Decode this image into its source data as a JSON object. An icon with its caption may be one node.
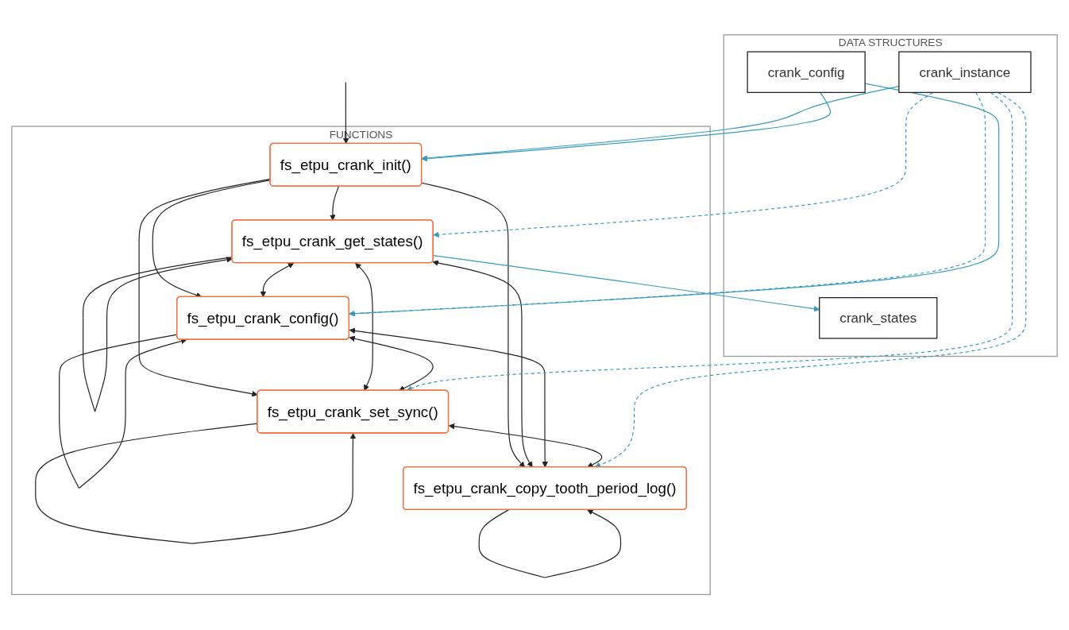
{
  "diagram": {
    "nodes": [
      {
        "text": [
          "FUNCTIONS"
        ]
      },
      {
        "text": [
          "fs_etpu_crank_get_states()"
        ],
        "in": 0
      },
      {
        "text": [
          "fs_etpu_crank_init()"
        ],
        "in": 0
      },
      {
        "text": [
          "fs_etpu_crank_config()"
        ],
        "in": 0
      },
      {
        "text": [
          "fs_etpu_crank_set_sync()"
        ],
        "in": 0
      },
      {
        "text": [
          "fs_etpu_crank_copy_tooth_period_log()"
        ],
        "in": 0
      },
      {
        "text": [
          "DATA STRUCTURES"
        ]
      },
      {
        "text": [
          "crank_states"
        ],
        "in": 6
      },
      {
        "text": [
          "crank_instance"
        ],
        "in": 6
      },
      {
        "text": [
          "crank_config"
        ],
        "in": 6
      }
    ],
    "edges": [
      {
        "from": null,
        "to": 2,
        "arrow": "to"
      },
      {
        "from": 1,
        "to": 1,
        "arrow": "to"
      },
      {
        "from": 3,
        "to": 3,
        "arrow": "to"
      },
      {
        "from": 4,
        "to": 4,
        "arrow": "to"
      },
      {
        "from": 5,
        "to": 5,
        "arrow": "to"
      },
      {
        "from": 2,
        "to": 1,
        "arrow": "to"
      },
      {
        "from": 2,
        "to": 3,
        "arrow": "to"
      },
      {
        "from": 2,
        "to": 4,
        "arrow": "to"
      },
      {
        "from": 2,
        "to": 5,
        "arrow": "to"
      },
      {
        "from": 1,
        "to": 3,
        "arrow": "both"
      },
      {
        "from": 1,
        "to": 4,
        "arrow": "both"
      },
      {
        "from": 1,
        "to": 5,
        "arrow": "both"
      },
      {
        "from": 3,
        "to": 4,
        "arrow": "both"
      },
      {
        "from": 3,
        "to": 5,
        "arrow": "both"
      },
      {
        "from": 4,
        "to": 5,
        "arrow": "both"
      },
      {
        "from": 1,
        "to": 7,
        "arrow": "to",
        "color": "#3a9bc0"
      },
      {
        "from": 8,
        "to": 2,
        "arrow": "to",
        "color": "#3a9bc0"
      },
      {
        "from": 8,
        "to": 1,
        "arrow": "to",
        "style": "dashed",
        "color": "#3a9bc0"
      },
      {
        "from": 8,
        "to": 3,
        "arrow": "to",
        "style": "dashed",
        "color": "#3a9bc0"
      },
      {
        "from": 8,
        "to": 4,
        "arrow": "to",
        "style": "dashed",
        "color": "#3a9bc0"
      },
      {
        "from": 8,
        "to": 5,
        "arrow": "to",
        "style": "dashed",
        "color": "#3a9bc0"
      },
      {
        "from": 9,
        "to": 3,
        "arrow": "to",
        "color": "#3a9bc0"
      },
      {
        "from": 9,
        "to": 2,
        "arrow": "to",
        "color": "#3a9bc0"
      }
    ]
  }
}
